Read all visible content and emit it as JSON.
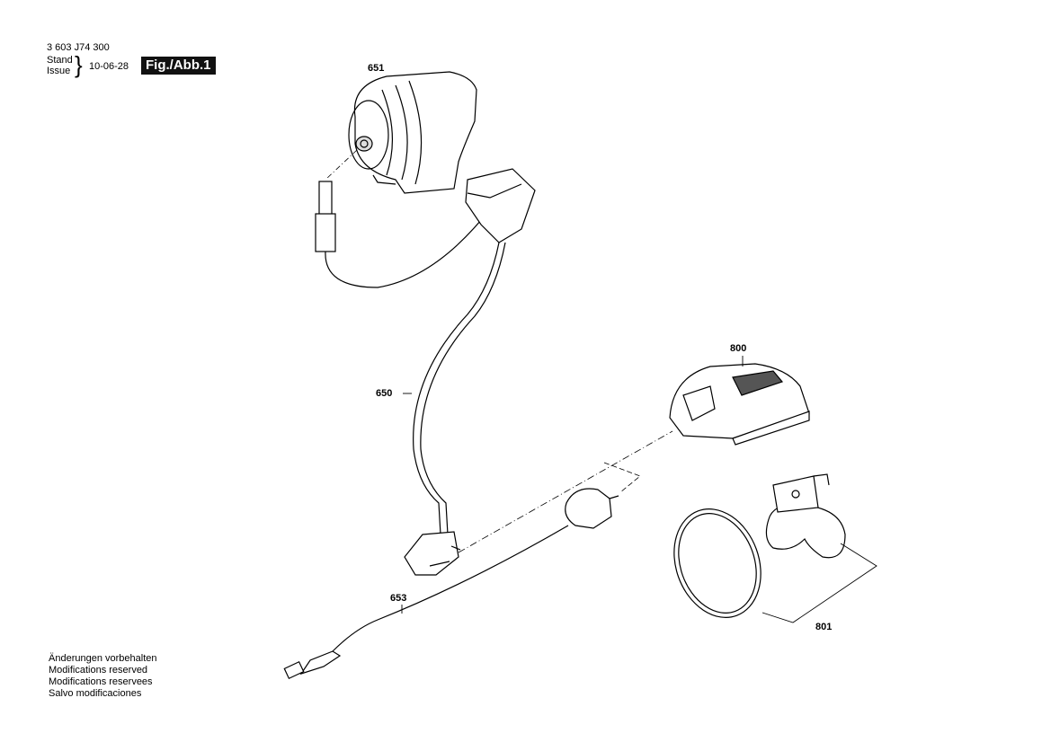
{
  "header": {
    "doc_number": "3 603 J74 300",
    "stand_label": "Stand",
    "issue_label": "Issue",
    "date": "10-06-28",
    "figure_label": "Fig./Abb.1"
  },
  "parts": {
    "p651": "651",
    "p650": "650",
    "p653": "653",
    "p800": "800",
    "p801": "801"
  },
  "footer": {
    "lines": [
      "Änderungen vorbehalten",
      "Modifications reserved",
      "Modifications reservees",
      "Salvo modificaciones"
    ]
  }
}
